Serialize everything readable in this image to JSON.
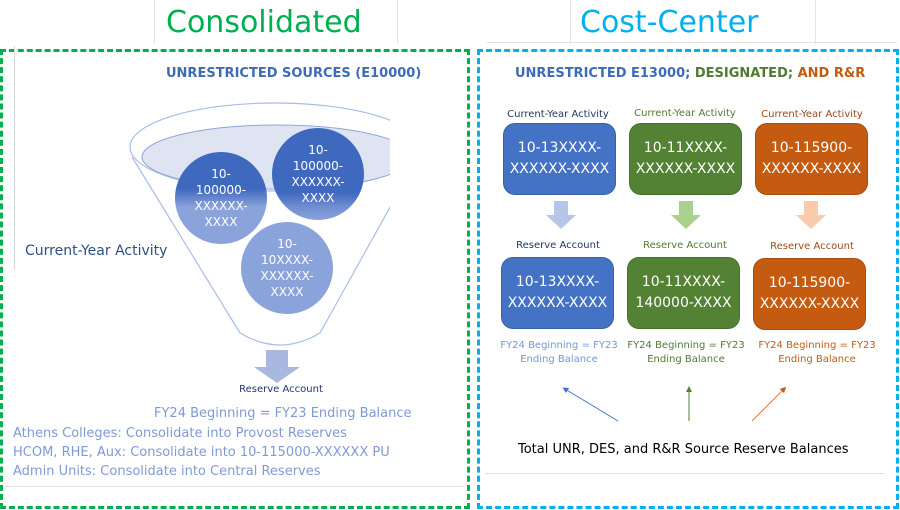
{
  "consolidated": {
    "title": "Consolidated",
    "header": "UNRESTRICTED SOURCES (E10000)",
    "side_label": "Current-Year Activity",
    "circles": [
      {
        "label": "10-\n100000-\nXXXXXX-\nXXXX"
      },
      {
        "label": "10-\n100000-\nXXXXXX-\nXXXX"
      },
      {
        "label": "10-\n10XXXX-\nXXXXXX-\nXXXX"
      }
    ],
    "reserve_label": "Reserve Account",
    "balance_note": "FY24 Beginning = FY23 Ending Balance",
    "notes": [
      "Athens Colleges: Consolidate into Provost Reserves",
      "HCOM, RHE, Aux: Consolidate into 10-115000-XXXXXX PU",
      "Admin Units: Consolidate into Central Reserves"
    ]
  },
  "cost_center": {
    "title": "Cost-Center",
    "header_parts": [
      {
        "text": "UNRESTRICTED E13000; ",
        "color": "#3d6bb5"
      },
      {
        "text": "DESIGNATED; ",
        "color": "#4e7a33"
      },
      {
        "text": "AND R&R",
        "color": "#c55a11"
      }
    ],
    "columns": [
      {
        "activity_label": "Current-Year Activity",
        "activity_account": "10-13XXXX-\nXXXXXX-XXXX",
        "reserve_label": "Reserve Account",
        "reserve_account": "10-13XXXX-\nXXXXXX-XXXX",
        "note": "FY24 Beginning = FY23 Ending Balance",
        "color": "#4472c4",
        "arrow_color": "#b4c7e7",
        "label_color": "#1f3864",
        "note_color": "#6f98d8"
      },
      {
        "activity_label": "Current-Year Activity",
        "activity_account": "10-11XXXX-\nXXXXXX-XXXX",
        "reserve_label": "Reserve Account",
        "reserve_account": "10-11XXXX-\n140000-XXXX",
        "note": "FY24 Beginning = FY23 Ending Balance",
        "color": "#548235",
        "arrow_color": "#a9d18e",
        "label_color": "#4e7a33",
        "note_color": "#4e7a33"
      },
      {
        "activity_label": "Current-Year Activity",
        "activity_account": "10-115900-\nXXXXXX-XXXX",
        "reserve_label": "Reserve Account",
        "reserve_account": "10-115900-\nXXXXXX-XXXX",
        "note": "FY24 Beginning = FY23 Ending Balance",
        "color": "#c55a11",
        "arrow_color": "#f8cbad",
        "label_color": "#9e4a1a",
        "note_color": "#c55a11"
      }
    ],
    "total_label": "Total UNR, DES, and R&R Source Reserve Balances"
  },
  "colors": {
    "consolidated_accent": "#00b050",
    "cost_center_accent": "#00b0f0"
  }
}
